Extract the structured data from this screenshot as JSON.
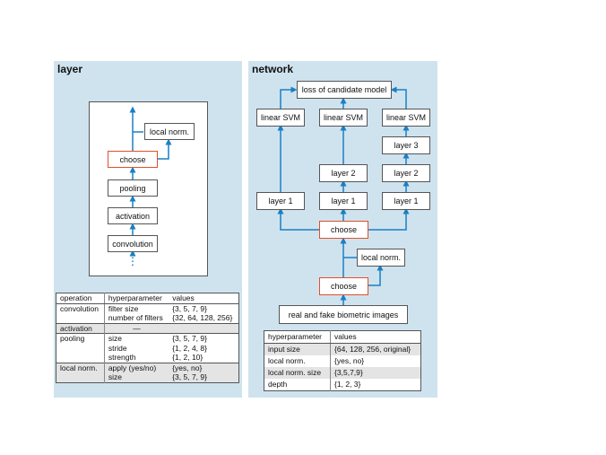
{
  "layer_panel": {
    "title": "layer",
    "nodes": {
      "local_norm": "local norm.",
      "choose": "choose",
      "pooling": "pooling",
      "activation": "activation",
      "convolution": "convolution"
    },
    "continuation": "⋮",
    "table": {
      "headers": [
        "operation",
        "hyperparameter",
        "values"
      ],
      "rows": [
        [
          "convolution",
          "filter size",
          "{3, 5, 7, 9}"
        ],
        [
          "",
          "number of filters",
          "{32, 64, 128, 256}"
        ],
        [
          "activation",
          "—",
          ""
        ],
        [
          "pooling",
          "size",
          "{3, 5, 7, 9}"
        ],
        [
          "",
          "stride",
          "{1, 2, 4, 8}"
        ],
        [
          "",
          "strength",
          "{1, 2, 10}"
        ],
        [
          "local norm.",
          "apply (yes/no)",
          "{yes, no}"
        ],
        [
          "",
          "size",
          "{3, 5, 7, 9}"
        ]
      ]
    }
  },
  "network_panel": {
    "title": "network",
    "nodes": {
      "loss": "loss of candidate model",
      "svm1": "linear SVM",
      "svm2": "linear SVM",
      "svm3": "linear SVM",
      "layer3_c": "layer 3",
      "layer2_b": "layer 2",
      "layer2_c": "layer 2",
      "layer1_a": "layer 1",
      "layer1_b": "layer 1",
      "layer1_c": "layer 1",
      "choose_top": "choose",
      "local_norm": "local norm.",
      "choose_bottom": "choose",
      "input": "real and fake biometric images"
    },
    "table": {
      "headers": [
        "hyperparameter",
        "values"
      ],
      "rows": [
        [
          "input size",
          "{64, 128, 256, original}"
        ],
        [
          "local norm.",
          "{yes, no}"
        ],
        [
          "local norm. size",
          "{3,5,7,9}"
        ],
        [
          "depth",
          "{1, 2, 3}"
        ]
      ]
    }
  },
  "colors": {
    "panel_bg": "#cfe3ef",
    "arrow": "#1a7fc4",
    "choose_border": "#e0502a"
  }
}
